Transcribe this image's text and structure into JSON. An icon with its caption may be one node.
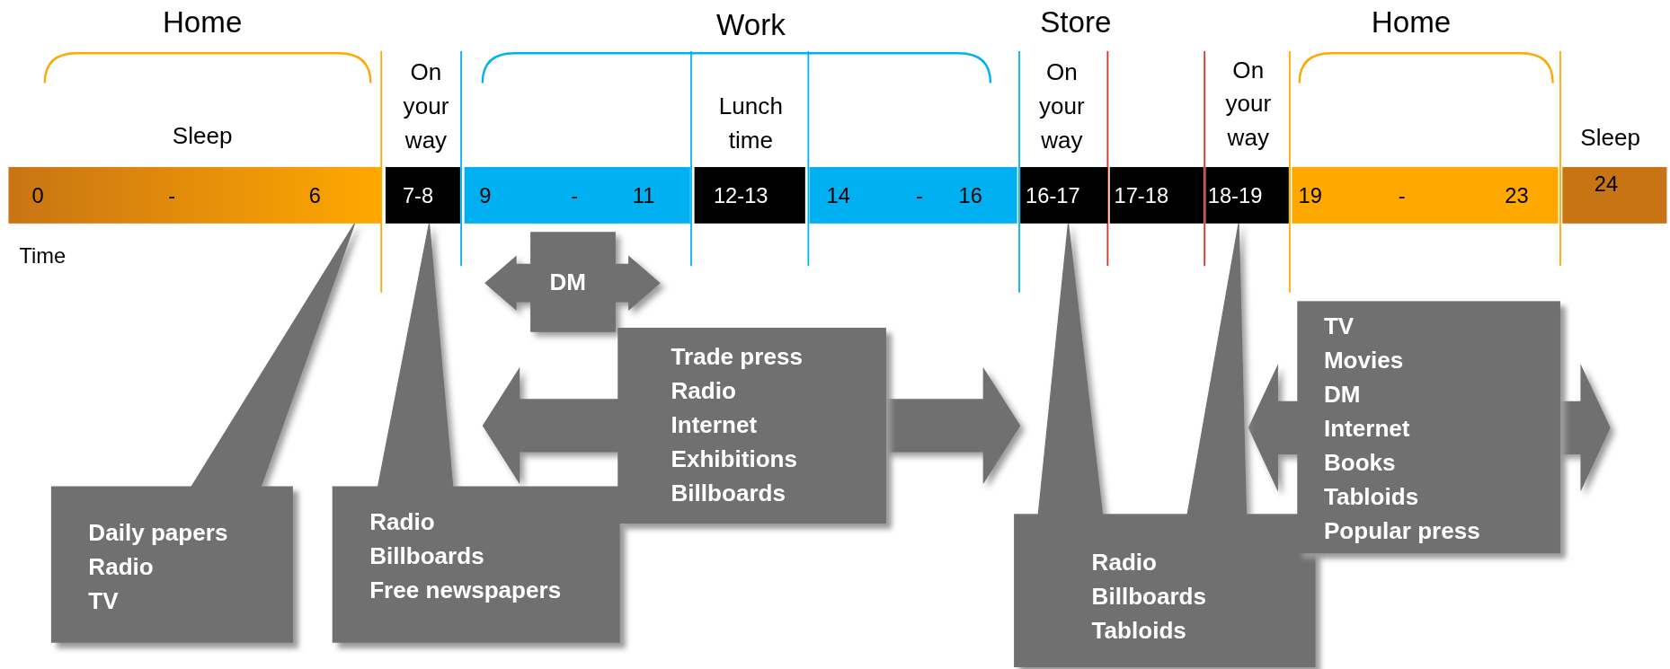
{
  "diagram": {
    "nodes": [
      {
        "text": [
          "0",
          "-",
          "6"
        ]
      },
      {
        "text": [
          "7-8"
        ]
      },
      {
        "text": [
          "9",
          "-",
          "11"
        ]
      },
      {
        "text": [
          "12-13"
        ]
      },
      {
        "text": [
          "14",
          "-",
          "16"
        ]
      },
      {
        "text": [
          "16-17"
        ]
      },
      {
        "text": [
          "17-18"
        ]
      },
      {
        "text": [
          "18-19"
        ]
      },
      {
        "text": [
          "19",
          "-",
          "23"
        ]
      },
      {
        "text": [
          "24"
        ]
      },
      {
        "text": [
          "Daily papers",
          "Radio",
          "TV"
        ]
      },
      {
        "text": [
          "Radio",
          "Billboards",
          "Free newspapers"
        ]
      },
      {
        "text": [
          "DM"
        ]
      },
      {
        "text": [
          "Trade press",
          "Radio",
          "Internet",
          "Exhibitions",
          "Billboards"
        ]
      },
      {
        "text": [
          "Radio",
          "Billboards",
          "Tabloids"
        ]
      },
      {
        "text": [
          "TV",
          "Movies",
          "DM",
          "Internet",
          "Books",
          "Tabloids",
          "Popular press"
        ]
      }
    ],
    "edges": [
      {
        "from": 10,
        "to": 0,
        "arrow": "none"
      },
      {
        "from": 11,
        "to": 1,
        "arrow": "none"
      },
      {
        "from": 14,
        "to": 5,
        "arrow": "none"
      },
      {
        "from": 14,
        "to": 7,
        "arrow": "none"
      }
    ],
    "labels": [
      "Home",
      "Work",
      "Store",
      "Home",
      "On your way",
      "On your way",
      "On your way",
      "Lunch time",
      "Sleep",
      "Sleep",
      "Time"
    ]
  }
}
